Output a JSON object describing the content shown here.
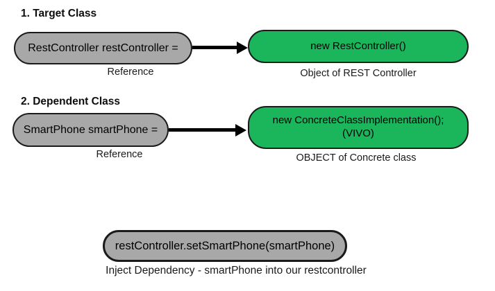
{
  "colors": {
    "background": "#ffffff",
    "gray": "#a8a8a8",
    "green": "#1bb55c",
    "outline": "#1a1a1a",
    "text": "#000000"
  },
  "section1": {
    "heading": "1. Target Class",
    "reference_box_label": "RestController restController =",
    "reference_caption": "Reference",
    "object_box_label": "new RestController()",
    "object_caption": "Object of REST Controller"
  },
  "section2": {
    "heading": "2. Dependent Class",
    "reference_box_label": "SmartPhone smartPhone =",
    "reference_caption": "Reference",
    "object_box_label": "new ConcreteClassImplementation();\n(VIVO)",
    "object_caption": "OBJECT of Concrete class"
  },
  "injection": {
    "box_label": "restController.setSmartPhone(smartPhone)",
    "caption": "Inject Dependency - smartPhone into our restcontroller"
  }
}
